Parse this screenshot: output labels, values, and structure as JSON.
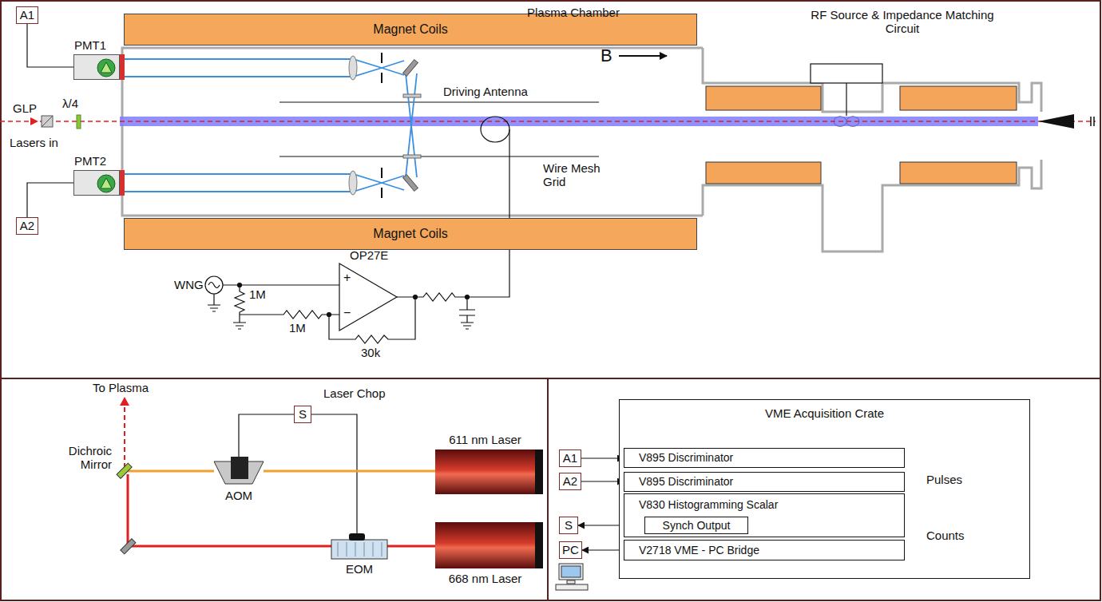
{
  "diagram": {
    "nodes": [
      {
        "text": [
          "Magnet Coils"
        ]
      },
      {
        "text": [
          "Magnet Coils"
        ]
      },
      {
        "text": [
          "A1"
        ]
      },
      {
        "text": [
          "PMT1"
        ]
      },
      {
        "text": [
          "A2"
        ]
      },
      {
        "text": [
          "PMT2"
        ]
      },
      {
        "text": [
          "S"
        ]
      },
      {
        "text": [
          "AOM"
        ]
      },
      {
        "text": [
          "EOM"
        ]
      },
      {
        "text": [
          "611 nm Laser"
        ]
      },
      {
        "text": [
          "668 nm Laser"
        ]
      },
      {
        "text": [
          "VME Acquisition Crate"
        ]
      },
      {
        "text": [
          "V895 Discriminator"
        ],
        "in": 11
      },
      {
        "text": [
          "V895 Discriminator"
        ],
        "in": 11
      },
      {
        "text": [
          "V830 Histogramming Scalar"
        ],
        "in": 11
      },
      {
        "text": [
          "Synch Output"
        ],
        "in": 14
      },
      {
        "text": [
          "V2718 VME - PC Bridge"
        ],
        "in": 11
      },
      {
        "text": [
          "A1"
        ]
      },
      {
        "text": [
          "A2"
        ]
      },
      {
        "text": [
          "S"
        ]
      },
      {
        "text": [
          "PC"
        ]
      }
    ],
    "edges": [
      {
        "from": 2,
        "to": 3,
        "arrow": "none"
      },
      {
        "from": 4,
        "to": 5,
        "arrow": "none"
      },
      {
        "from": 6,
        "to": 7,
        "arrow": "none"
      },
      {
        "from": 6,
        "to": 8,
        "arrow": "none"
      },
      {
        "from": 9,
        "to": 7,
        "arrow": "none"
      },
      {
        "from": 10,
        "to": 8,
        "arrow": "none"
      },
      {
        "from": 17,
        "to": 12,
        "arrow": "to"
      },
      {
        "from": 18,
        "to": 13,
        "arrow": "to"
      },
      {
        "from": 12,
        "to": 14,
        "arrow": "to"
      },
      {
        "from": 13,
        "to": 14,
        "arrow": "to"
      },
      {
        "from": 14,
        "to": 16,
        "arrow": "to"
      },
      {
        "from": 15,
        "to": 19,
        "arrow": "to"
      },
      {
        "from": 16,
        "to": 20,
        "arrow": "to"
      }
    ],
    "labels": [
      "Plasma Chamber",
      "RF Source & Impedance Matching Circuit",
      "B",
      "Driving Antenna",
      "Wire Mesh Grid",
      "GLP",
      "λ/4",
      "Lasers in",
      "WNG",
      "+",
      "−",
      "1M",
      "1M",
      "30k",
      "OP27E",
      "To Plasma",
      "Laser Chop",
      "Dichroic Mirror",
      "Pulses",
      "Counts"
    ]
  }
}
